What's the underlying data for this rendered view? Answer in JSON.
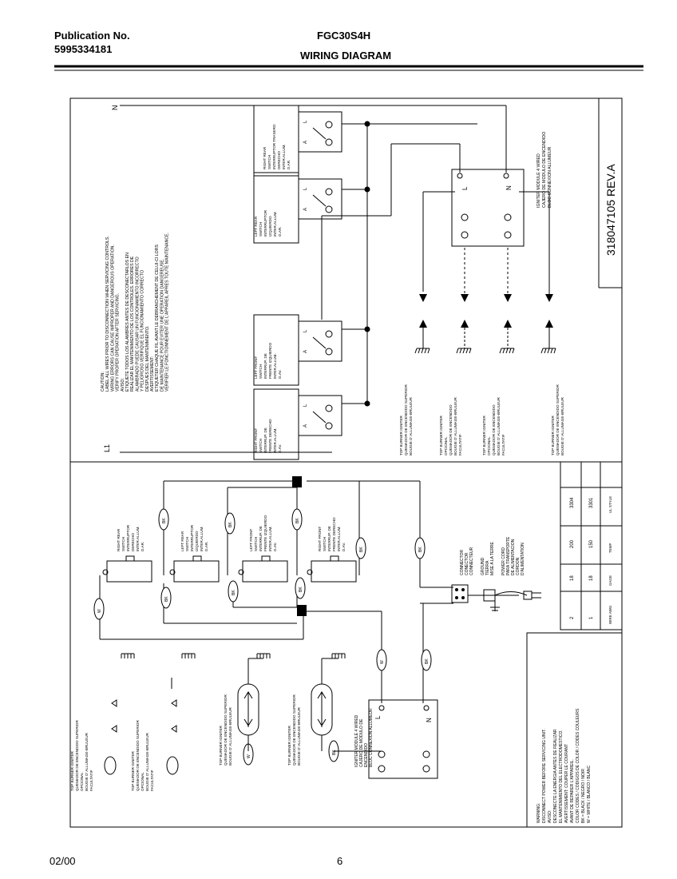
{
  "header": {
    "publication_label": "Publication No.",
    "publication_number": "5995334181",
    "model": "FGC30S4H",
    "title": "WIRING DIAGRAM"
  },
  "footer": {
    "date": "02/00",
    "page": "6"
  },
  "diagram": {
    "part_number": "318047105 REV.A",
    "warning": [
      "CAUTION:",
      "LABEL ALL WIRES PRIOR TO DISCONNECTION WHEN SERVICING CONTROLS.",
      "WIRING ERRORS CAN CAUSE IMPROPER AND DANGEROUS OPERATION.",
      "VERIFY PROPER OPERATION AFTER SERVICING.",
      "AVISO:",
      "ETIQUETE TODOS LOS ALAMBRES ANTES DE DESCONECTARLOS EN",
      "REALIZAR EL MANTENIMIENTO DE LOS CONTROLES. ERRORES DE",
      "ALAMBRADO PUEDE CAUSAR UN FUNCIONAMIENTO INCORRECTO",
      "Y PELIGROSO.VERIFIQUE EL FUNCIONAMIENTO CORRECTO",
      "DESPUES DEL MANTENIMIENTO.",
      "AVERTISSEMENT:",
      "ETIQUETER CHAQUE FIL AVANT LE DEBRANCHEMENT DE CELUI-CI LORS",
      "DE MAINTENANCE POUR EVITER UNE OPERATION DANGEREUSE.",
      "VERIFIER LE FONCTIONNEMENT DE L'APPAREIL APRES TOUTE MAINTENANCE."
    ],
    "line_labels": {
      "l1": "L1",
      "n": "N"
    },
    "switches": [
      {
        "name": "RIGHT REAR",
        "lines": [
          "RIGHT REAR",
          "SWITCH",
          "INTERRUPTOR TRASERO",
          "DERECHO",
          "INTER.ALLUM.",
          "D.AR."
        ]
      },
      {
        "name": "LEFT REAR",
        "lines": [
          "LEFT REAR",
          "SWITCH",
          "INTERRUPTOR",
          "IZQUIERDO",
          "INTER.ALLUM.",
          "G.AR."
        ]
      },
      {
        "name": "LEFT FRONT",
        "lines": [
          "LEFT FRONT",
          "SWITCH",
          "INTERRUP. DE",
          "FRENTE IZQUIERDO",
          "INTER.ALLUM.",
          "G.AV."
        ]
      },
      {
        "name": "RIGHT FRONT",
        "lines": [
          "RIGHT FRONT",
          "SWITCH",
          "INTERRUP. DE",
          "FRENTE DERECHO",
          "INTER.ALLUM.",
          "D.AV."
        ]
      }
    ],
    "switch_terminals": {
      "l": "L",
      "a": "A"
    },
    "ignition_module_top": [
      "IGNITER MODULE 4 WIRED",
      "CAJERO DE MODULO DE ENCENDIDO",
      "BLOC CONNEXION ALLUMEUR"
    ],
    "module_terminals": {
      "l": "L",
      "n": "N"
    },
    "top_burner_igniters": [
      [
        "TOP BURNER IGNITER",
        "QUEMADOR DE ENCENDIDO SUPERIOR",
        "BOUGIE D' ALLUMAGE-BRULEUR"
      ],
      [
        "TOP BURNER IGNITER",
        "OPCIONAL",
        "QUEMADOR DE ENCENDIDO",
        "BOUGIE D' ALLUMAGE-BRULEUR",
        "FACULTATIF"
      ],
      [
        "TOP BURNER IGNITER",
        "OPCIONAL",
        "QUEMADOR DE ENCENDIDO",
        "BOUGIE D' ALLUMAGE-BRULEUR",
        "FACULTATIF"
      ],
      [
        "TOP BURNER IGNITER",
        "QUEMADOR DE ENCENDIDO SUPERIOR",
        "BOUGIE D' ALLUMAGE-BRULEUR"
      ]
    ],
    "lower_switches": [
      {
        "lines": [
          "RIGHT REAR",
          "SWITCH",
          "INTERRUPTOR",
          "DERECHO",
          "INTER.ALLUM.",
          "D.AR."
        ],
        "wire_top": "BK",
        "wire_bottom": "W"
      },
      {
        "lines": [
          "LEFT REAR",
          "SWITCH",
          "INTERRUPTOR",
          "IZQUIERDO",
          "INTER.ALLUM.",
          "G.AR."
        ],
        "wire_top": "BK",
        "wire_bottom": "BK"
      },
      {
        "lines": [
          "LEFT FRONT",
          "SWITCH",
          "INTERRUP. DE",
          "FRENTE IZQUIERDO",
          "INTER.ALLUM.",
          "G.AV."
        ],
        "wire_top": "BK",
        "wire_bottom": "BK"
      },
      {
        "lines": [
          "RIGHT FRONT",
          "SWITCH",
          "INTERRUP. DE",
          "FRENTE DERECHO",
          "INTER.ALLUM.",
          "D.AV."
        ],
        "wire_top": "BK",
        "wire_bottom": "BK"
      }
    ],
    "lower_wire_labels": [
      "BK",
      "W",
      "BK",
      "W",
      "BK",
      "W",
      "BK",
      "W"
    ],
    "connector": [
      "CONNECTOR",
      "CONECTOR",
      "CONNECTEUR"
    ],
    "ground": [
      "GROUND",
      "TIERRA",
      "MISE A LA TERRE"
    ],
    "power_cord": [
      "POWER CORD",
      "PARA TRANSPORTE",
      "DE ALIMENTACION",
      "CORDON",
      "D'ALIMENTATION"
    ],
    "lower_module": [
      "IGNITER MODULE 4 WIRED",
      "CAJERO DE MODULO DE",
      "ENCENDIDO",
      "BLOC CONNEXION ALLUMEUR"
    ],
    "lower_igniters": [
      [
        "TOP BURNER IGNITER",
        "QUEMADOR DE ENCENDIDO SUPERIOR",
        "BOUGIE D' ALLUMAGE-BRULEUR"
      ],
      [
        "TOP BURNER IGNITER",
        "QUEMADOR DE ENCENDIDO SUPERIOR",
        "BOUGIE D' ALLUMAGE-BRULEUR"
      ]
    ],
    "legend_igniters": [
      [
        "TOP BURNER IGNITER",
        "QUEMADOR DE ENCENDIDO SUPERIOR",
        "OPCIONAL",
        "BOUGIE D' ALLUMAGE-BRULEUR",
        "FACULTATIF"
      ],
      [
        "TOP BURNER IGNITER",
        "QUEMADOR DE ENCENDIDO SUPERIOR",
        "OPCIONAL",
        "BOUGIE D' ALLUMAGE-BRULEUR",
        "FACULTATIF"
      ]
    ],
    "wire_table": {
      "rows": [
        [
          "2",
          "18",
          "200",
          "3304"
        ],
        [
          "1",
          "18",
          "150",
          "3301"
        ]
      ],
      "headers": [
        "WIRE AWG",
        "GAGE",
        "TEMP",
        "UL STYLE"
      ]
    },
    "service_note": [
      "WARNING:",
      "DISCONNECT POWER BEFORE SERVICING UNIT.",
      "AVISO:",
      "DESCONECTE LA ENERGIA ANTES DE REALIZAR",
      "EL MANTENIMIENTO DEL ELECTRODOMESTICO.",
      "AVERTISSEMENT: COUPER LE COURANT",
      "AVANT DE REPARER L'APPAREIL.",
      "COLOR CODES / CODIGOS DE COLOR / CODES COULEURS",
      "BK = BLACK / NEGRO / NOIR",
      "W = WHITE / BLANCO / BLANC"
    ]
  }
}
